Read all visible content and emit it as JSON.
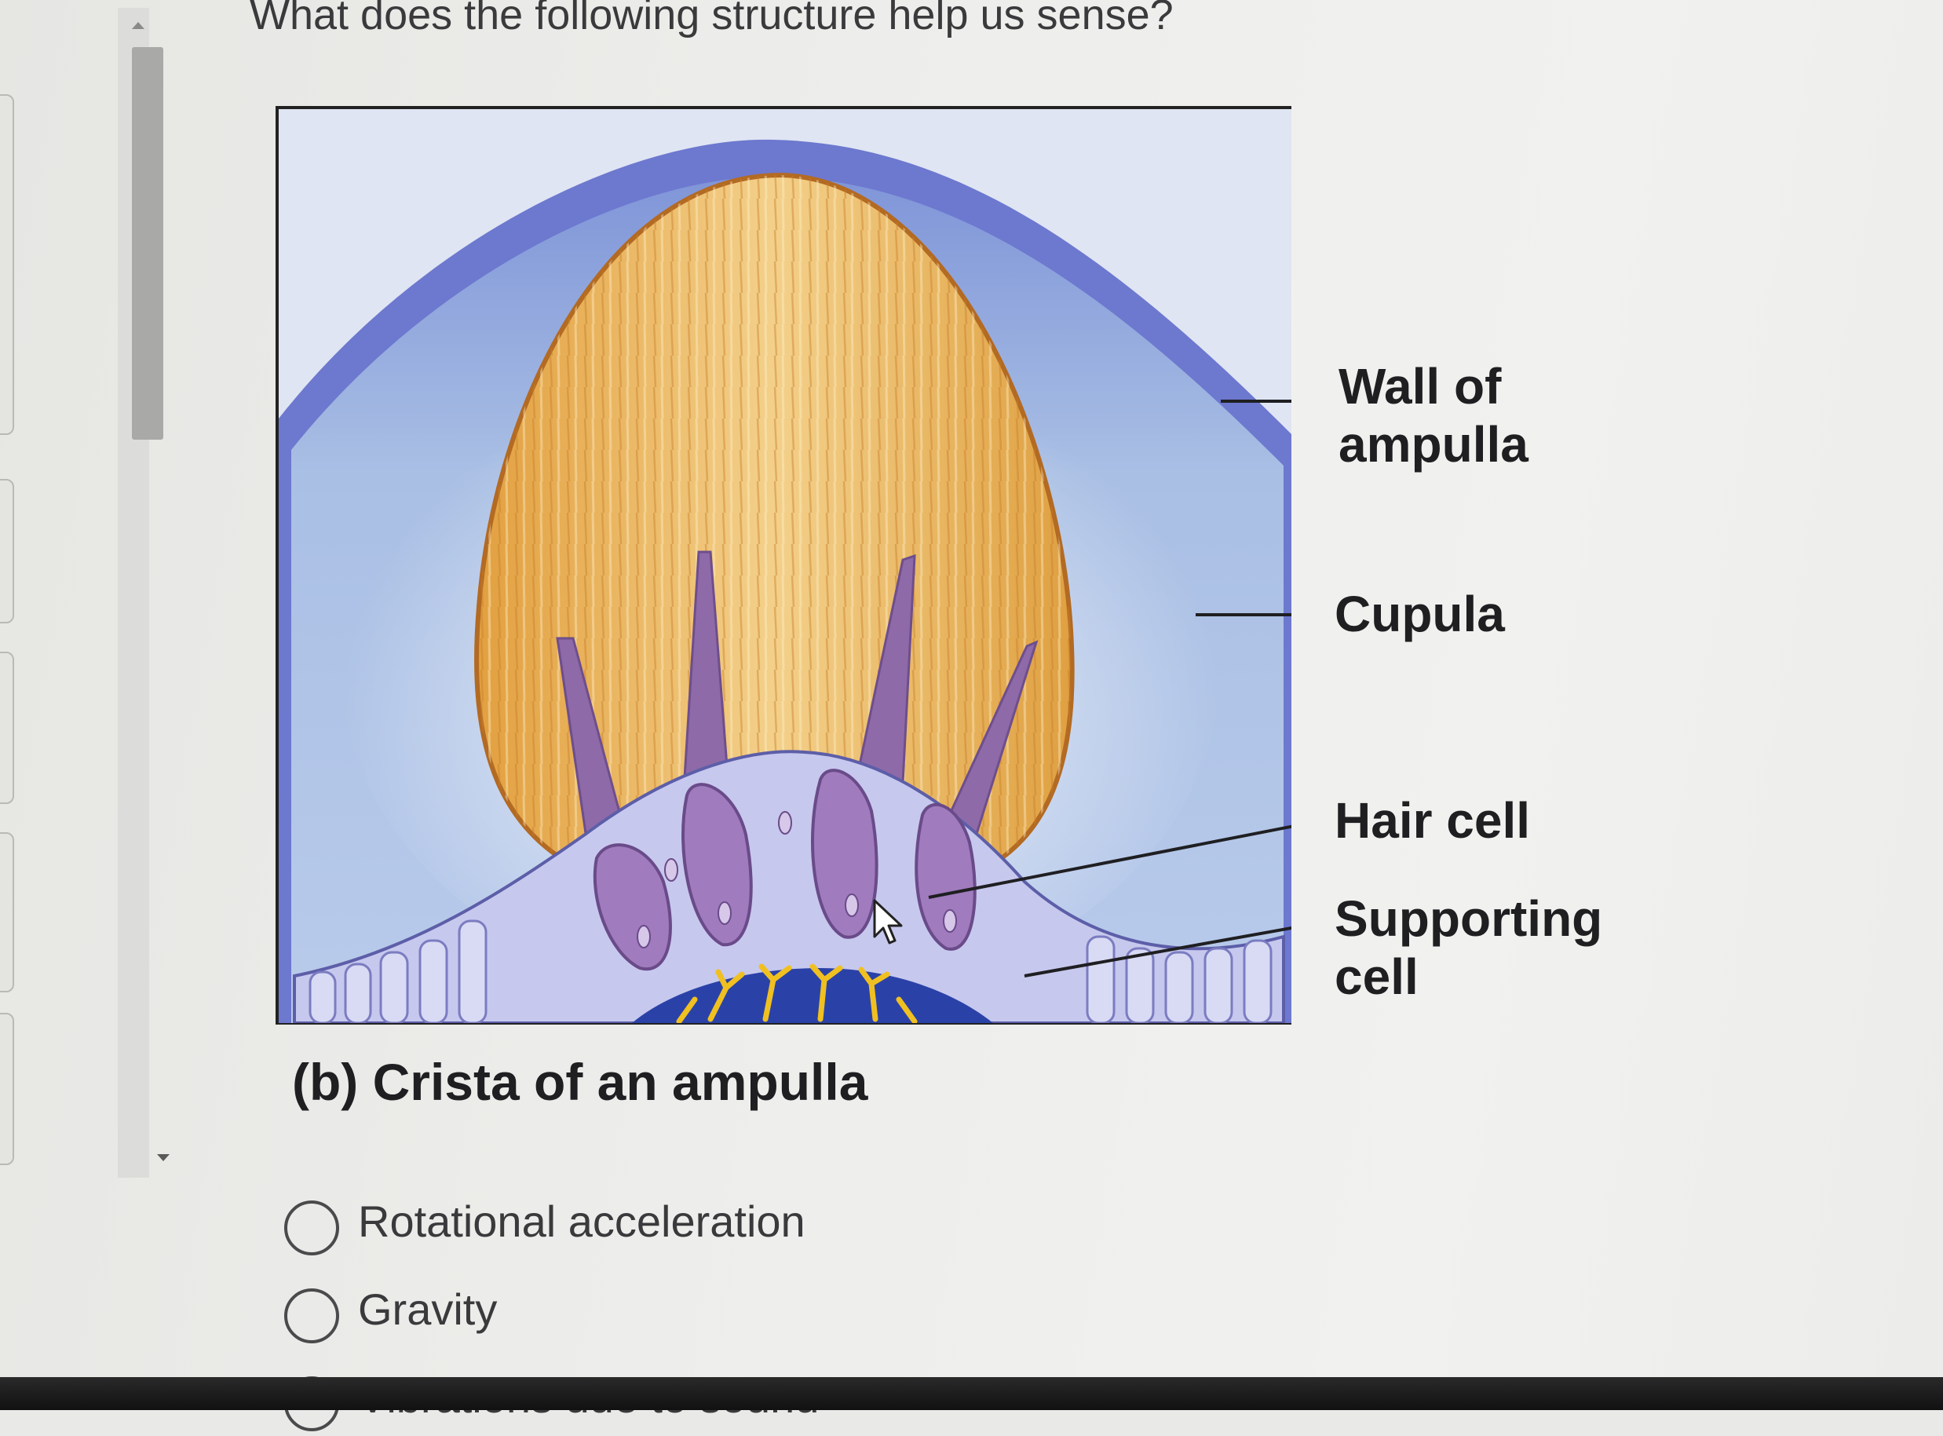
{
  "question": {
    "text": "What does the following structure help us sense?"
  },
  "figure": {
    "labels": {
      "wall": "Wall of ampulla",
      "cupula": "Cupula",
      "hair_cell": "Hair cell",
      "supporting_cell": "Supporting cell"
    },
    "caption": "(b) Crista of an ampulla"
  },
  "options": [
    {
      "label": "Rotational acceleration",
      "selected": false
    },
    {
      "label": "Gravity",
      "selected": false
    },
    {
      "label": "Vibrations due to sound",
      "selected": false
    }
  ],
  "colors": {
    "endolymph": "#a9bfe4",
    "wall": "#6d78cf",
    "cupula": "#e3a84a",
    "hair_cell": "#9f77b8",
    "supporting_cell": "#c7c8ee"
  }
}
